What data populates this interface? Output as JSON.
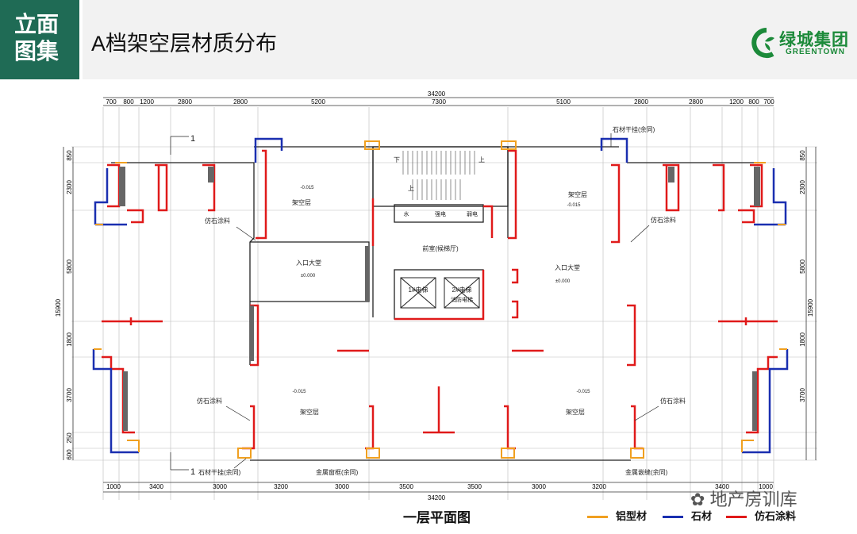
{
  "header": {
    "tag_line1": "立面",
    "tag_line2": "图集",
    "title": "A档架空层材质分布"
  },
  "logo": {
    "name_cn": "绿城集团",
    "name_en": "GREENTOWN",
    "icon": "greentown-leaf-icon",
    "color": "#1c8a3a"
  },
  "plan": {
    "title": "一层平面图",
    "total_width": "34200",
    "total_depth": "15900",
    "top_dims": [
      "700",
      "800",
      "1200",
      "2800",
      "2800",
      "5200",
      "7300",
      "5100",
      "2800",
      "2800",
      "1200",
      "800",
      "700"
    ],
    "bottom_dims": [
      "1000",
      "3400",
      "3000",
      "3200",
      "3000",
      "3500",
      "3500",
      "3000",
      "3200",
      "3400",
      "1000"
    ],
    "side_dims": [
      "850",
      "2300",
      "5800",
      "1800",
      "3700",
      "250",
      "600"
    ],
    "rooms": {
      "open_floor": "架空层",
      "entrance_hall": "入口大堂",
      "waiting_hall": "前室(候梯厅)",
      "level_neg": "-0.015",
      "level_zero": "±0.000",
      "elevator_1": "1#电梯",
      "elevator_2": "2#电梯",
      "fire_elevator": "消防电梯",
      "up": "上",
      "down": "下",
      "water_well": "水",
      "strong_well": "强电",
      "weak_well": "弱电"
    },
    "callouts": {
      "stone_dry_hang": "石材干挂(余同)",
      "faux_stone_paint": "仿石涂料",
      "metal_window_frame": "金属窗框(余同)",
      "metal_seam": "金属嵌缝(余同)"
    },
    "section_mark": "1"
  },
  "legend": [
    {
      "label": "铝型材",
      "color": "#f0a020"
    },
    {
      "label": "石材",
      "color": "#1a2fb0"
    },
    {
      "label": "仿石涂料",
      "color": "#e01a1a"
    }
  ],
  "watermark": "地产房训库"
}
